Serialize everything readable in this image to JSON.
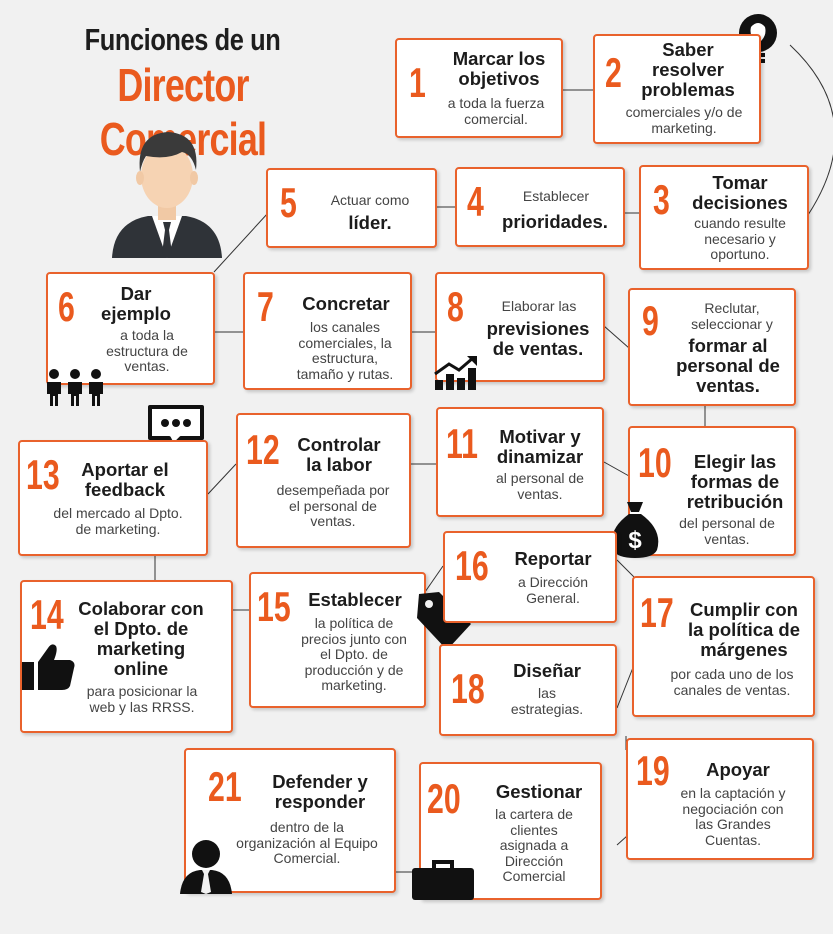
{
  "title": {
    "line1": "Funciones de un",
    "line2": "Director Comercial"
  },
  "colors": {
    "accent": "#ea5a1e",
    "border": "#e9622c",
    "text": "#1c1c1c",
    "icon": "#111111"
  },
  "functions": {
    "f1": {
      "num": "1",
      "head": "Marcar los\nobjetivos",
      "sub": "a toda la fuerza\ncomercial."
    },
    "f2": {
      "num": "2",
      "head": "Saber\nresolver\nproblemas",
      "sub": "comerciales y/o de\nmarketing."
    },
    "f3": {
      "num": "3",
      "head": "Tomar\ndecisiones",
      "sub": "cuando resulte\nnecesario y\noportuno."
    },
    "f4": {
      "num": "4",
      "pre": "Establecer",
      "bold": "prioridades."
    },
    "f5": {
      "num": "5",
      "pre": "Actuar como",
      "bold": "líder."
    },
    "f6": {
      "num": "6",
      "head": "Dar\nejemplo",
      "sub": "a toda la\nestructura de\nventas."
    },
    "f7": {
      "num": "7",
      "head": "Concretar",
      "sub": "los canales\ncomerciales, la\nestructura,\ntamaño y rutas."
    },
    "f8": {
      "num": "8",
      "pre": "Elaborar las",
      "bold": "previsiones\nde ventas."
    },
    "f9": {
      "num": "9",
      "pre": "Reclutar,\nseleccionar y",
      "bold": "formar al\npersonal de\nventas."
    },
    "f10": {
      "num": "10",
      "head": "Elegir las\nformas de\nretribución",
      "sub": "del personal de\nventas."
    },
    "f11": {
      "num": "11",
      "head": "Motivar y\ndinamizar",
      "sub": "al personal de\nventas."
    },
    "f12": {
      "num": "12",
      "head": "Controlar\nla labor",
      "sub": "desempeñada por\nel personal de\nventas."
    },
    "f13": {
      "num": "13",
      "head": "Aportar el\nfeedback",
      "sub": "del mercado al Dpto.\nde marketing."
    },
    "f14": {
      "num": "14",
      "head": "Colaborar con\nel Dpto. de\nmarketing\nonline",
      "sub": "para posicionar la\nweb y las RRSS."
    },
    "f15": {
      "num": "15",
      "head": "Establecer",
      "sub": "la política de\nprecios junto con\nel Dpto. de\nproducción y de\nmarketing."
    },
    "f16": {
      "num": "16",
      "head": "Reportar",
      "sub": "a Dirección\nGeneral."
    },
    "f17": {
      "num": "17",
      "head": "Cumplir con\nla política de\nmárgenes",
      "sub": "por cada uno de los\ncanales de ventas."
    },
    "f18": {
      "num": "18",
      "head": "Diseñar",
      "sub": "las\nestrategias."
    },
    "f19": {
      "num": "19",
      "head": "Apoyar",
      "sub": "en la captación y\nnegociación con\nlas Grandes\nCuentas."
    },
    "f20": {
      "num": "20",
      "head": "Gestionar",
      "sub": "la cartera de\nclientes\nasignada a\nDirección\nComercial"
    },
    "f21": {
      "num": "21",
      "head": "Defender y\nresponder",
      "sub": "dentro de la\norganización al Equipo\nComercial."
    }
  },
  "icons": [
    "director-avatar-icon",
    "lightbulb-icon",
    "team-icon",
    "growth-chart-icon",
    "speech-bubble-icon",
    "money-bag-icon",
    "price-tag-icon",
    "thumbs-up-icon",
    "person-icon",
    "briefcase-icon"
  ]
}
